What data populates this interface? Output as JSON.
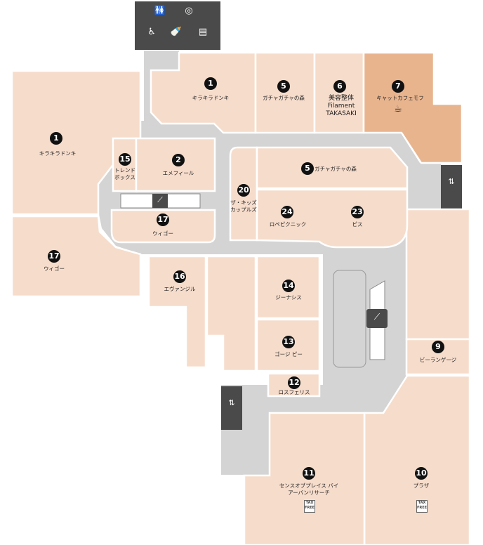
{
  "facilities": [
    "restroom-icon",
    "powder-room-icon",
    "accessible-restroom-icon",
    "baby-bottle-icon",
    "vending-machine-icon"
  ],
  "colors": {
    "shop": "#f6dccb",
    "highlight": "#e8b48e",
    "corridor": "#d4d4d4",
    "facility": "#4a4a4a"
  },
  "shops": [
    {
      "no": "1",
      "name": "キラキラドンキ"
    },
    {
      "no": "5",
      "name": "ガチャガチャの森"
    },
    {
      "no": "6",
      "lines": [
        "美容整体",
        "Filament",
        "TAKASAKI"
      ]
    },
    {
      "no": "7",
      "name": "キャットカフェモフ"
    },
    {
      "no": "1",
      "name": "キラキラドンキ"
    },
    {
      "no": "15",
      "lines": [
        "トレンド",
        "ボックス"
      ]
    },
    {
      "no": "2",
      "name": "エメフィール"
    },
    {
      "no": "17",
      "name": "ウィゴー"
    },
    {
      "no": "20",
      "lines": [
        "ザ・キッズ",
        "カップルズ"
      ]
    },
    {
      "no": "5",
      "name": "ガチャガチャの森"
    },
    {
      "no": "24",
      "name": "ロペピクニック"
    },
    {
      "no": "23",
      "name": "ピス"
    },
    {
      "no": "17",
      "name": "ウィゴー"
    },
    {
      "no": "16",
      "name": "エヴァンジル"
    },
    {
      "no": "14",
      "name": "ジーナシス"
    },
    {
      "no": "13",
      "name": "ゴージ ピー"
    },
    {
      "no": "12",
      "name": "ロスフェリス"
    },
    {
      "no": "9",
      "name": "ビーランゲージ"
    },
    {
      "no": "11",
      "lines": [
        "センスオブプレイス バイ",
        "アーバンリサーチ"
      ]
    },
    {
      "no": "10",
      "name": "プラザ"
    }
  ],
  "tax_free": [
    "TAX",
    "FREE"
  ]
}
